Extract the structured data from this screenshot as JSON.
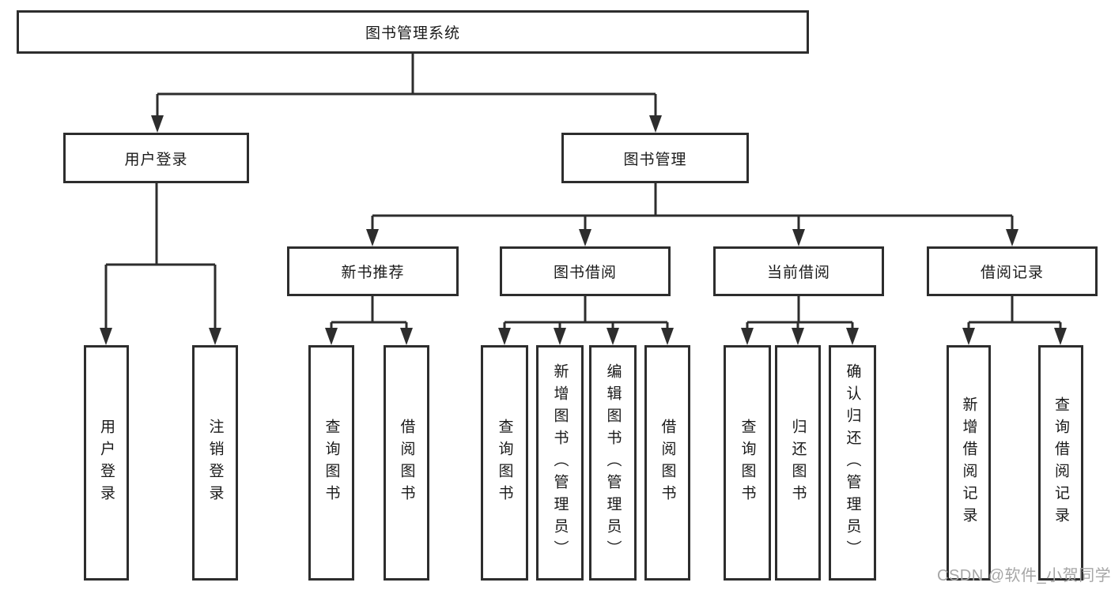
{
  "root_label": "图书管理系统",
  "branches": [
    {
      "label": "用户登录",
      "children": [
        {
          "label": "用户登录"
        },
        {
          "label": "注销登录"
        }
      ]
    },
    {
      "label": "图书管理",
      "groups": [
        {
          "label": "新书推荐",
          "children": [
            {
              "label": "查询图书"
            },
            {
              "label": "借阅图书"
            }
          ]
        },
        {
          "label": "图书借阅",
          "children": [
            {
              "label": "查询图书"
            },
            {
              "label": "新增图书（管理员）"
            },
            {
              "label": "编辑图书（管理员）"
            },
            {
              "label": "借阅图书"
            }
          ]
        },
        {
          "label": "当前借阅",
          "children": [
            {
              "label": "查询图书"
            },
            {
              "label": "归还图书"
            },
            {
              "label": "确认归还（管理员）"
            }
          ]
        },
        {
          "label": "借阅记录",
          "children": [
            {
              "label": "新增借阅记录"
            },
            {
              "label": "查询借阅记录"
            }
          ]
        }
      ]
    }
  ],
  "line_color": "#2d2d2d",
  "watermark": "CSDN @软件_小贺同学"
}
